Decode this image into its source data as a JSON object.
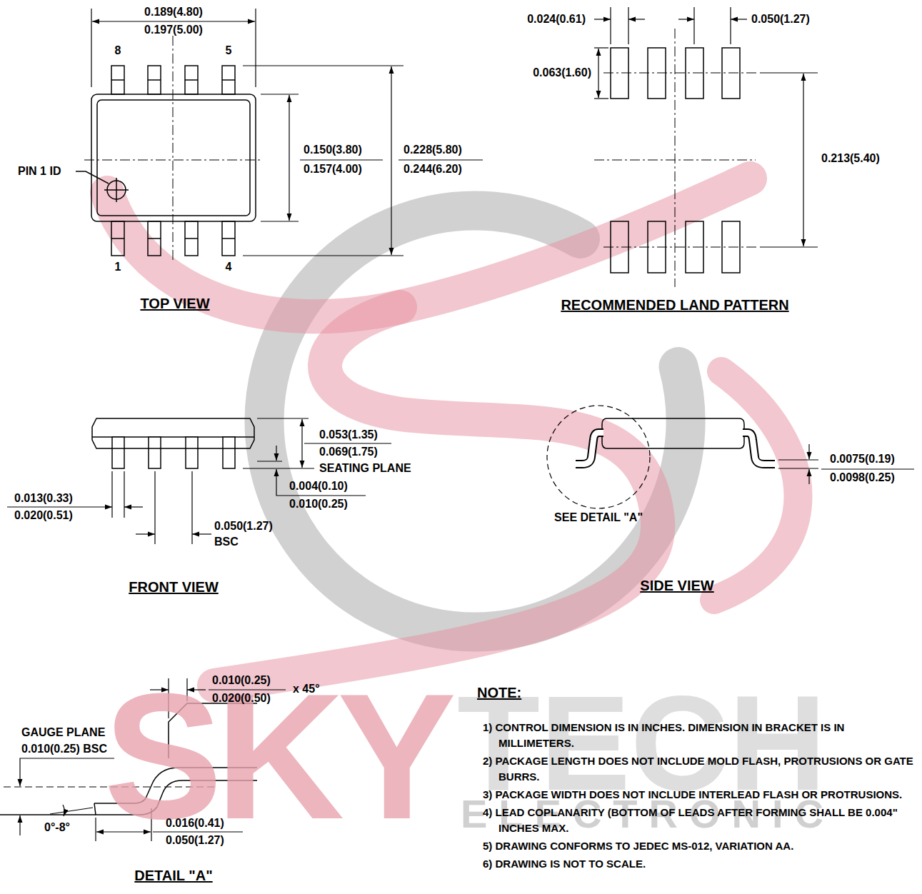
{
  "diagram": {
    "labels": [
      "0.189(4.80)",
      "0.197(5.00)",
      "8",
      "5",
      "PIN 1 ID",
      "0.150(3.80)",
      "0.157(4.00)",
      "0.228(5.80)",
      "0.244(6.20)",
      "1",
      "4",
      "TOP VIEW",
      "0.024(0.61)",
      "0.050(1.27)",
      "0.063(1.60)",
      "0.213(5.40)",
      "RECOMMENDED LAND PATTERN",
      "0.053(1.35)",
      "0.069(1.75)",
      "SEATING PLANE",
      "0.004(0.10)",
      "0.010(0.25)",
      "0.013(0.33)",
      "0.020(0.51)",
      "0.050(1.27)",
      "BSC",
      "FRONT VIEW",
      "SEE DETAIL \"A\"",
      "0.0075(0.19)",
      "0.0098(0.25)",
      "SIDE VIEW",
      "0.010(0.25)",
      "0.020(0.50)",
      "x 45°",
      "GAUGE PLANE",
      "0.010(0.25) BSC",
      "0°-8°",
      "0.016(0.41)",
      "0.050(1.27)",
      "DETAIL \"A\"",
      "NOTE:",
      "1) CONTROL DIMENSION IS IN INCHES. DIMENSION IN BRACKET IS IN MILLIMETERS.",
      "2) PACKAGE LENGTH DOES NOT INCLUDE MOLD FLASH, PROTRUSIONS OR GATE BURRS.",
      "3) PACKAGE WIDTH DOES NOT INCLUDE INTERLEAD FLASH OR PROTRUSIONS.",
      "4) LEAD COPLANARITY (BOTTOM OF LEADS AFTER FORMING SHALL BE 0.004\" INCHES MAX.",
      "5) DRAWING CONFORMS TO JEDEC MS-012, VARIATION AA.",
      "6) DRAWING IS NOT TO SCALE.",
      "SKY",
      "TECH",
      "ELECTRONIC"
    ]
  }
}
